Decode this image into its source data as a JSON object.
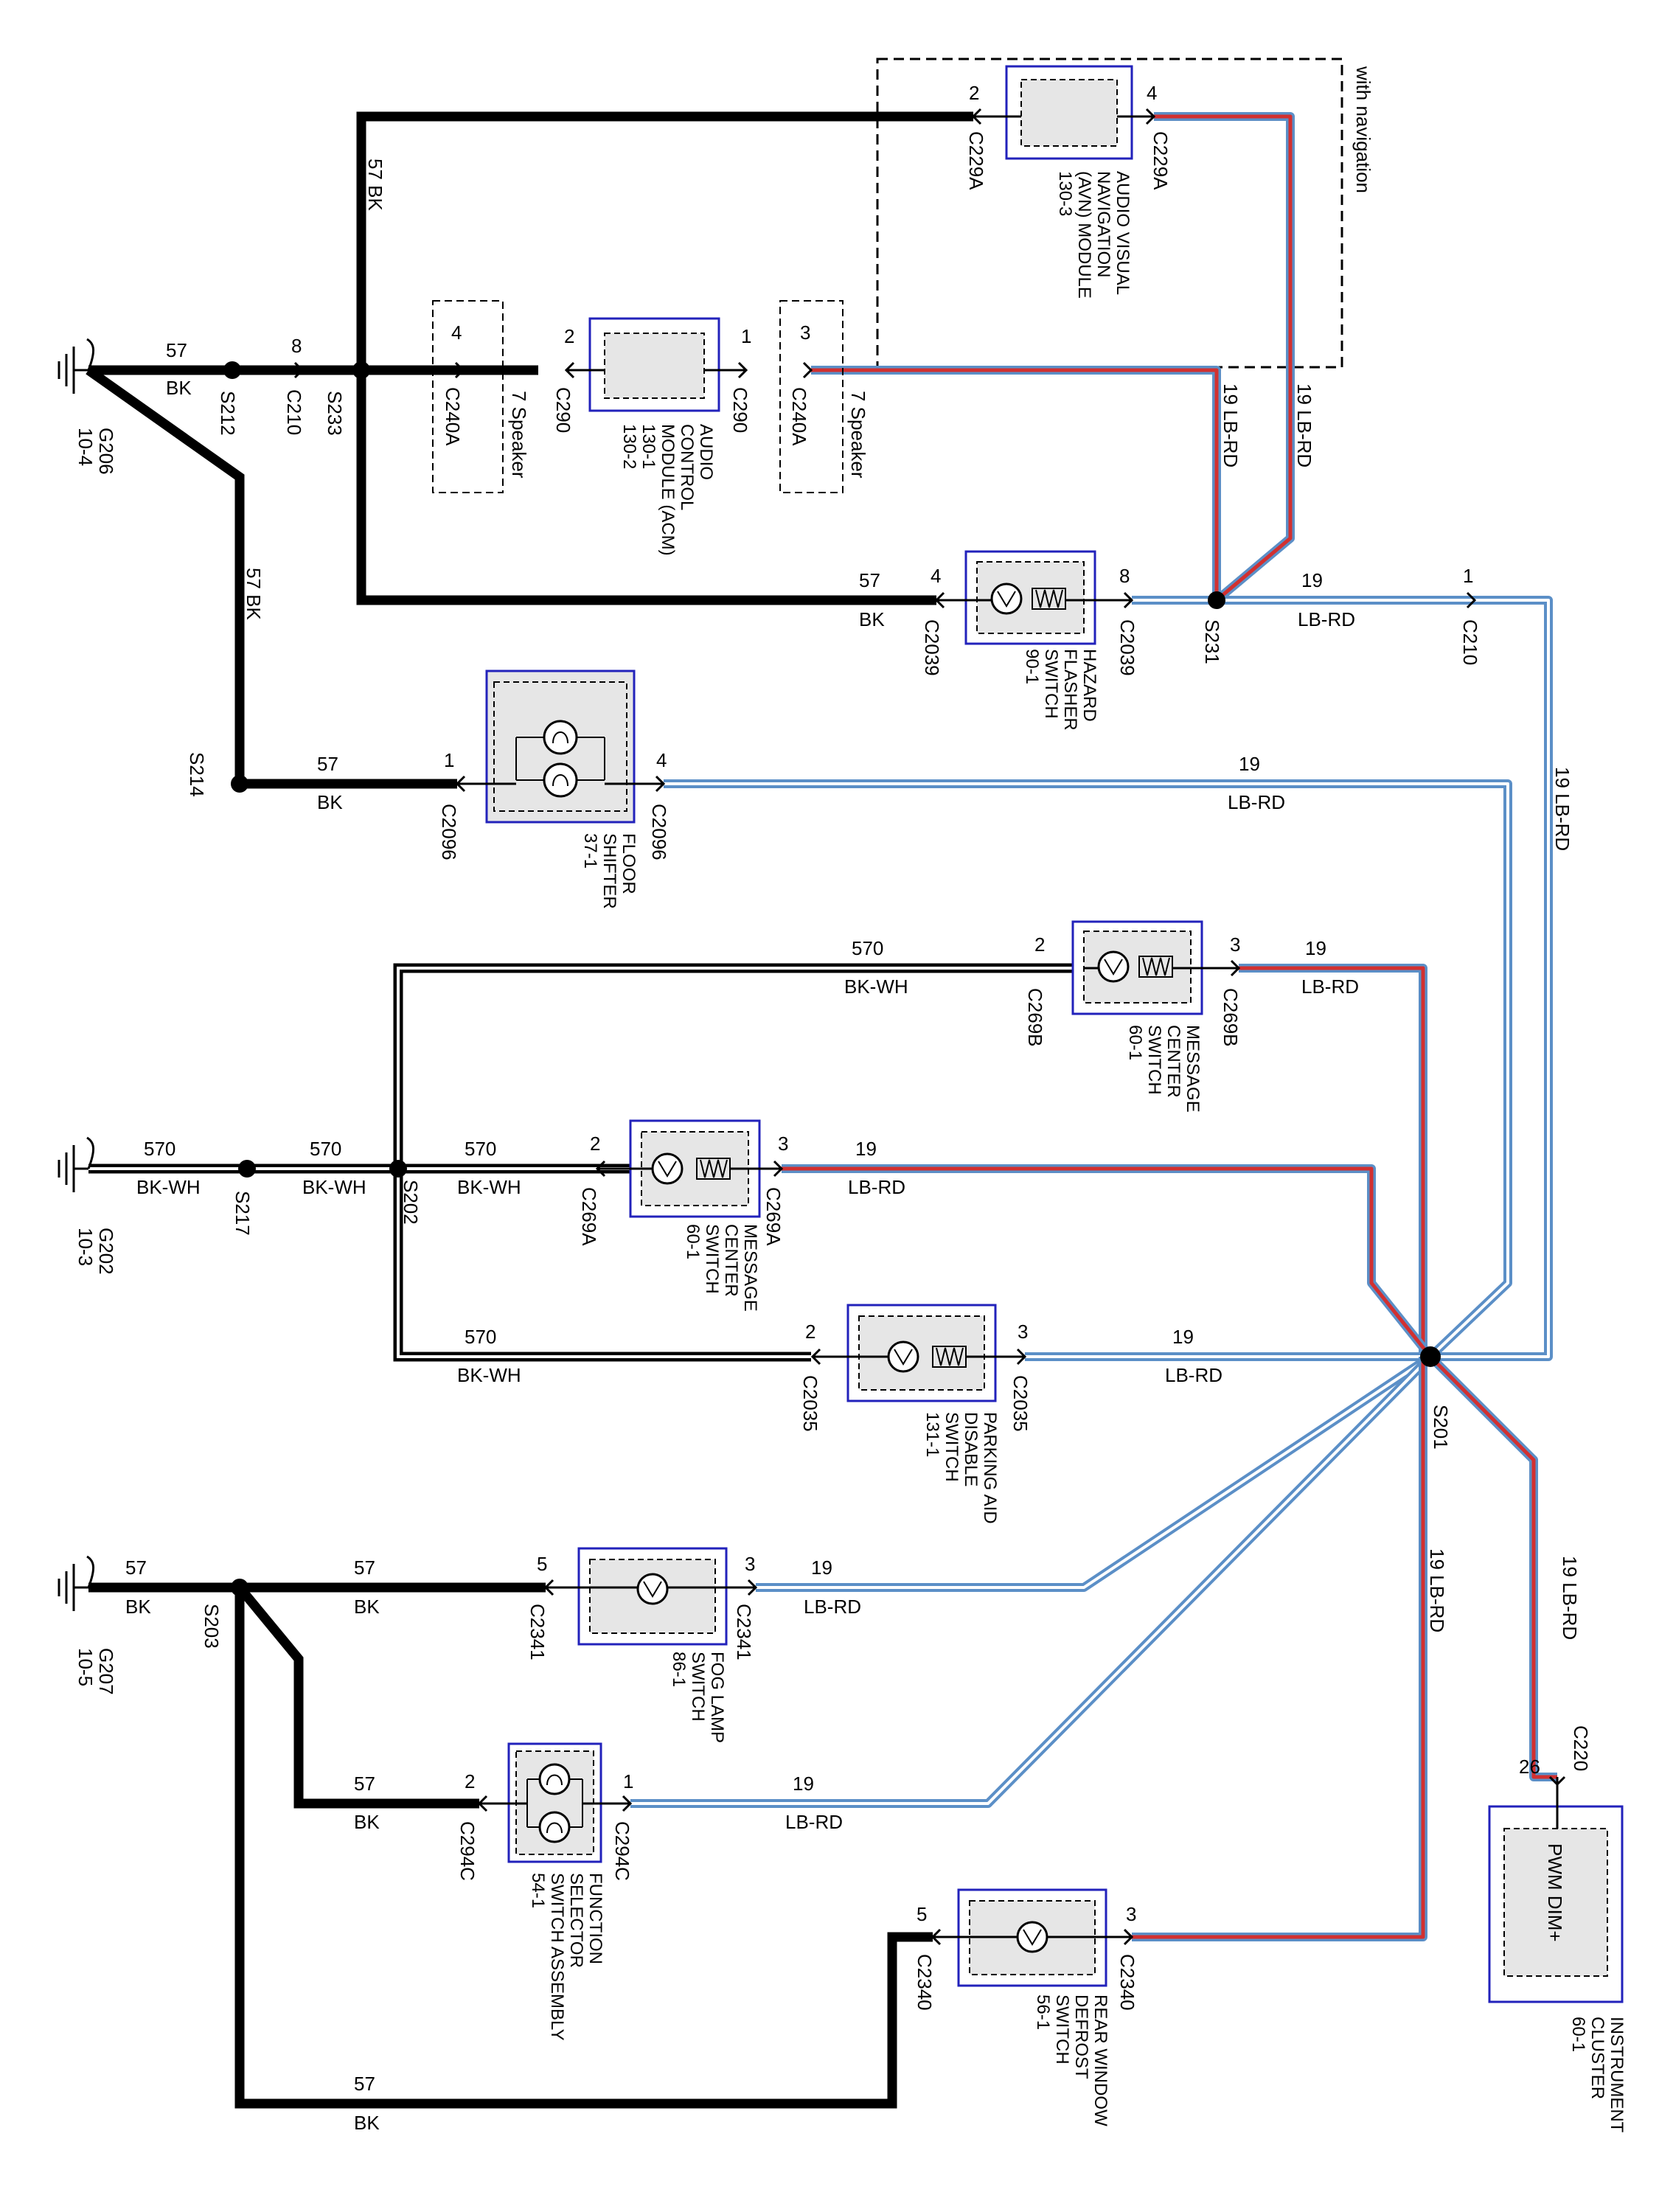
{
  "section": "with navigation",
  "colors": {
    "ground_wire": "#000000",
    "lb_rd_light_blue": "#5b8fc7",
    "lb_rd_red": "#d23030",
    "bk_wh_white": "#ffffff",
    "component_border": "#2222bb",
    "component_fill": "#e6e6e6"
  },
  "wires": {
    "w57": "57",
    "bk": "BK",
    "w57bk": "57  BK",
    "w19": "19",
    "lbrd": "LB-RD",
    "w19lbrd": "19  LB-RD",
    "w570": "570",
    "bkwh": "BK-WH"
  },
  "grounds": [
    {
      "id": "G206",
      "page": "10-4"
    },
    {
      "id": "G202",
      "page": "10-3"
    },
    {
      "id": "G207",
      "page": "10-5"
    }
  ],
  "splices": [
    "S212",
    "S233",
    "S214",
    "S231",
    "S217",
    "S202",
    "S201",
    "S203"
  ],
  "connectors": {
    "c229a": "C229A",
    "c210": "C210",
    "c240a": "C240A",
    "c290": "C290",
    "c2039": "C2039",
    "c2096": "C2096",
    "c269b": "C269B",
    "c269a": "C269A",
    "c2035": "C2035",
    "c2341": "C2341",
    "c294c": "C294C",
    "c2340": "C2340",
    "c220": "C220"
  },
  "pins": [
    "1",
    "2",
    "3",
    "4",
    "5",
    "8",
    "26"
  ],
  "components": {
    "avn": [
      "AUDIO VISUAL",
      "NAVIGATION",
      "(AVN) MODULE",
      "130-3"
    ],
    "acm": [
      "AUDIO",
      "CONTROL",
      "MODULE (ACM)",
      "130-1",
      "130-2"
    ],
    "speaker": [
      "7 Speaker"
    ],
    "hazard": [
      "HAZARD",
      "FLASHER",
      "SWITCH",
      "90-1"
    ],
    "floor": [
      "FLOOR",
      "SHIFTER",
      "37-1"
    ],
    "msg_b": [
      "MESSAGE",
      "CENTER",
      "SWITCH",
      "60-1"
    ],
    "msg_a": [
      "MESSAGE",
      "CENTER",
      "SWITCH",
      "60-1"
    ],
    "park": [
      "PARKING AID",
      "DISABLE",
      "SWITCH",
      "131-1"
    ],
    "fog": [
      "FOG LAMP",
      "SWITCH",
      "86-1"
    ],
    "func": [
      "FUNCTION",
      "SELECTOR",
      "SWITCH ASSEMBLY",
      "54-1"
    ],
    "rear": [
      "REAR WINDOW",
      "DEFROST",
      "SWITCH",
      "56-1"
    ],
    "ic": [
      "INSTRUMENT",
      "CLUSTER",
      "60-1"
    ]
  },
  "ic_inner": "PWM DIM+"
}
